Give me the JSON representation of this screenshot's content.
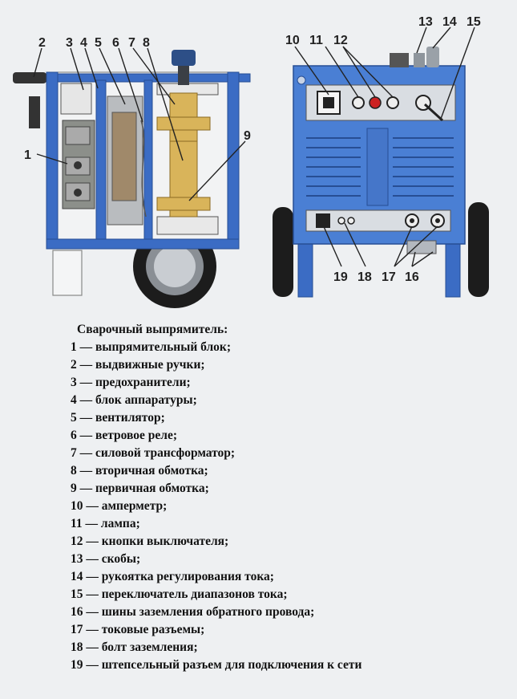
{
  "diagram": {
    "callouts": [
      "1",
      "2",
      "3",
      "4",
      "5",
      "6",
      "7",
      "8",
      "9",
      "10",
      "11",
      "12",
      "13",
      "14",
      "15",
      "16",
      "17",
      "18",
      "19"
    ]
  },
  "legend": {
    "title": "Сварочный выпрямитель:",
    "items": [
      "1 — выпрямительный блок;",
      "2 — выдвижные ручки;",
      "3 — предохранители;",
      "4 — блок аппаратуры;",
      "5 — вентилятор;",
      "6 — ветровое реле;",
      "7 — силовой трансформатор;",
      "8 — вторичная обмотка;",
      "9 — первичная обмотка;",
      "10 — амперметр;",
      "11 — лампа;",
      "12 — кнопки выключателя;",
      "13 — скобы;",
      "14 — рукоятка регулирования тока;",
      "15 — переключатель диапазонов тока;",
      "16 — шины заземления обратного провода;",
      "17 — токовые разъемы;",
      "18 — болт заземления;",
      "19 — штепсельный разъем для подключения к сети"
    ]
  },
  "colors": {
    "frame_blue": "#3b6cc4",
    "panel_blue": "#4a7fd4",
    "coil_yellow": "#d9b45a",
    "lamp_red": "#cc2222",
    "wheel_black": "#1c1c1c"
  }
}
